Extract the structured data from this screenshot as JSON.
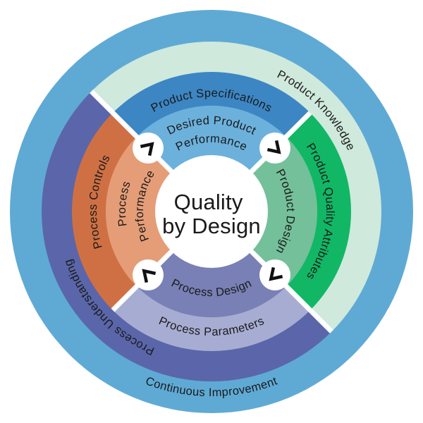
{
  "diagram_title": {
    "line1": "Quality",
    "line2": "by Design"
  },
  "outer_ring": {
    "label": "Continuous Improvement",
    "color": "#5faad5"
  },
  "knowledge_ring": {
    "label": "Product Knowledge",
    "color": "#cfe9dc"
  },
  "understanding_ring": {
    "label": "Process Understanding",
    "color": "#5a66a9"
  },
  "quadrants": {
    "top": {
      "outer_label": "Product Specifications",
      "outer_color": "#3c86c4",
      "inner_label_line1": "Desired Product",
      "inner_label_line2": "Performance",
      "inner_color": "#6cb1dc"
    },
    "right": {
      "outer_label": "Product Quality Attributes",
      "outer_color": "#11b765",
      "inner_label": "Product Design",
      "inner_color": "#74c09a"
    },
    "bottom": {
      "outer_label": "Process Parameters",
      "outer_color": "#a7add2",
      "inner_label": "Process Design",
      "inner_color": "#7880b5"
    },
    "left": {
      "outer_label": "Process Controls",
      "outer_color": "#cf7044",
      "inner_label_line1": "Process",
      "inner_label_line2": "Performance",
      "inner_color": "#e59d77"
    }
  },
  "arrows": {
    "glyph": "chevron",
    "direction": "clockwise",
    "color": "#111111",
    "badge_color": "#ffffff"
  },
  "center_circle_color": "#ffffff",
  "divider_color": "#ffffff",
  "text_color": "#1a1a1a",
  "background": "#ffffff"
}
